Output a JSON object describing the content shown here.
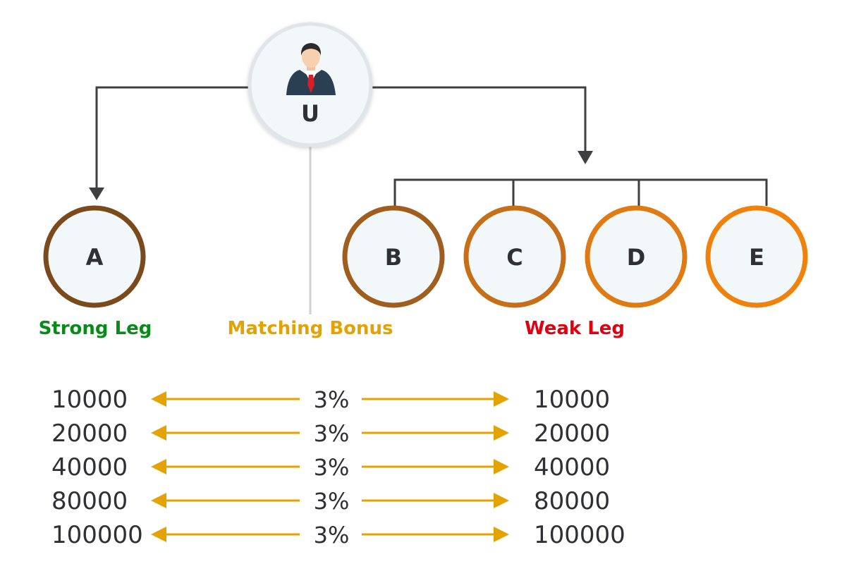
{
  "root": {
    "letter": "U",
    "icon": "businessman-avatar-icon"
  },
  "strong_leg": {
    "nodes": [
      "A"
    ],
    "label": "Strong Leg"
  },
  "weak_leg": {
    "nodes": [
      "B",
      "C",
      "D",
      "E"
    ],
    "label": "Weak Leg"
  },
  "matching_label": "Matching Bonus",
  "rows": [
    {
      "left": "10000",
      "percent": "3%",
      "right": "10000"
    },
    {
      "left": "20000",
      "percent": "3%",
      "right": "20000"
    },
    {
      "left": "40000",
      "percent": "3%",
      "right": "40000"
    },
    {
      "left": "80000",
      "percent": "3%",
      "right": "80000"
    },
    {
      "left": "100000",
      "percent": "3%",
      "right": "100000"
    }
  ],
  "colors": {
    "connector": "#3f3f41",
    "node_fill": "#f2f8fa",
    "root_ring": "#dfe5e8",
    "ring_A": "#7a4a1c",
    "ring_B": "#a05e1e",
    "ring_C": "#c66e18",
    "ring_D": "#e07a12",
    "ring_E": "#f0820c",
    "strong": "#0a8a1a",
    "matching": "#e3a200",
    "weak": "#e0000f",
    "arrow": "#e3a200"
  }
}
